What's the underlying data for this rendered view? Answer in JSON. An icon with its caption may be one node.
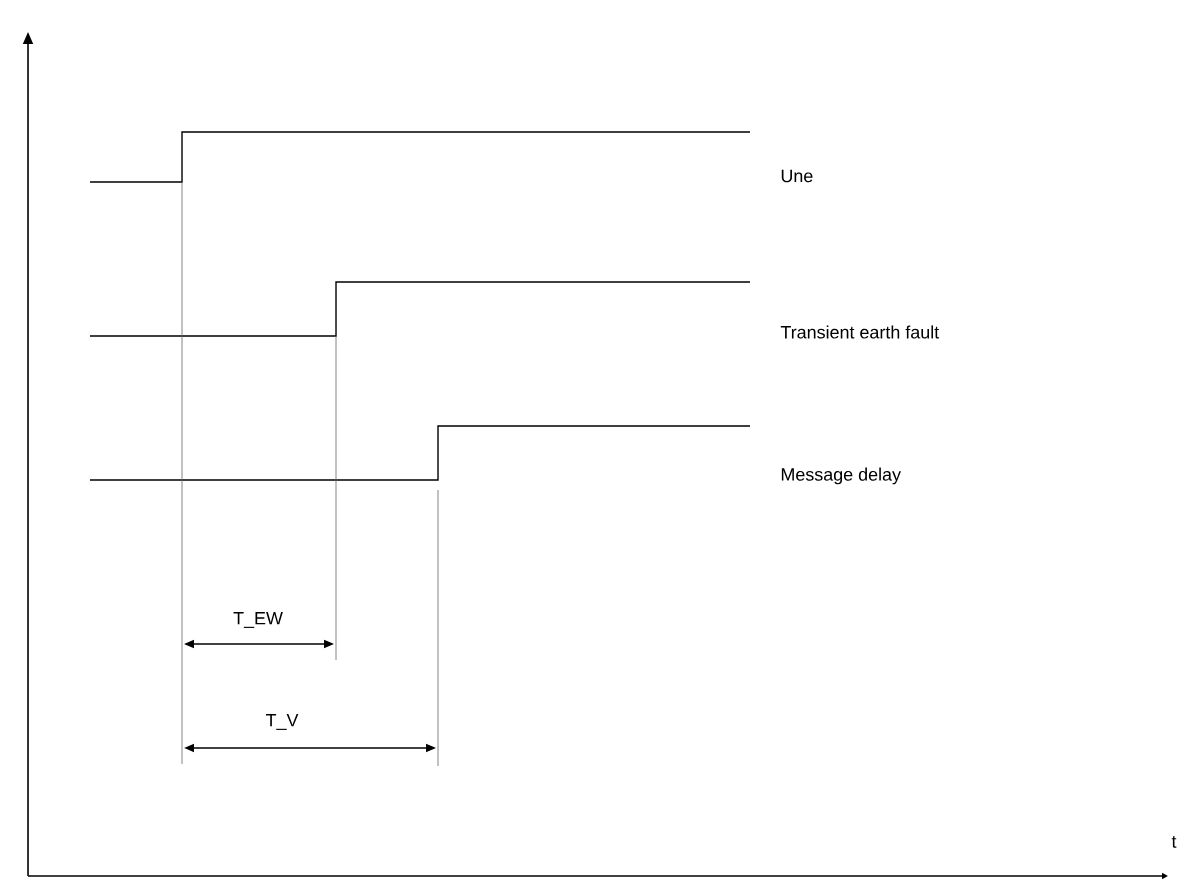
{
  "diagram": {
    "labels": [
      "Une",
      "Transient earth fault",
      "Message delay",
      "T_EW",
      "T_V",
      "t"
    ]
  }
}
